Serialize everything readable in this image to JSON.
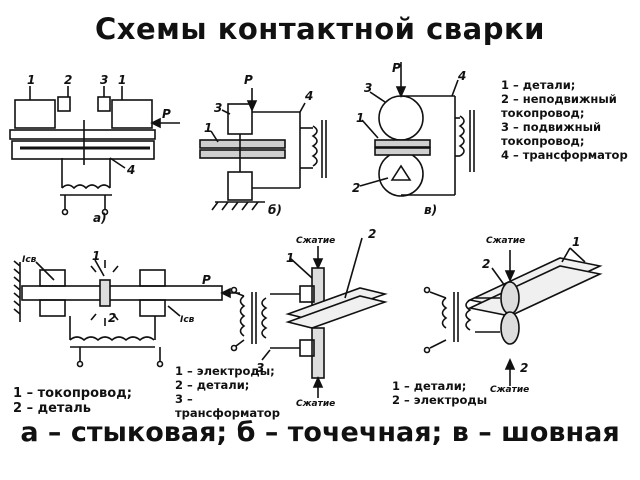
{
  "title": "Схемы контактной сварки",
  "legend_top": "1 – детали;\n2 – неподвижный токопровод;\n3 – подвижный токопровод;\n4 – трансформатор",
  "legend_butt": "1 – токопровод;\n2 – деталь",
  "legend_spot": "1 – электроды;\n2 – детали;\n3 – трансформатор",
  "legend_seam": "1 – детали;\n2 – электроды",
  "caption": "а – стыковая; б – точечная; в – шовная",
  "fig_labels": {
    "a": "а)",
    "b": "б)",
    "c": "в)",
    "force": "P",
    "n1": "1",
    "n2": "2",
    "n3": "3",
    "n4": "4",
    "icb": "Iсв",
    "compress": "Сжатие"
  }
}
